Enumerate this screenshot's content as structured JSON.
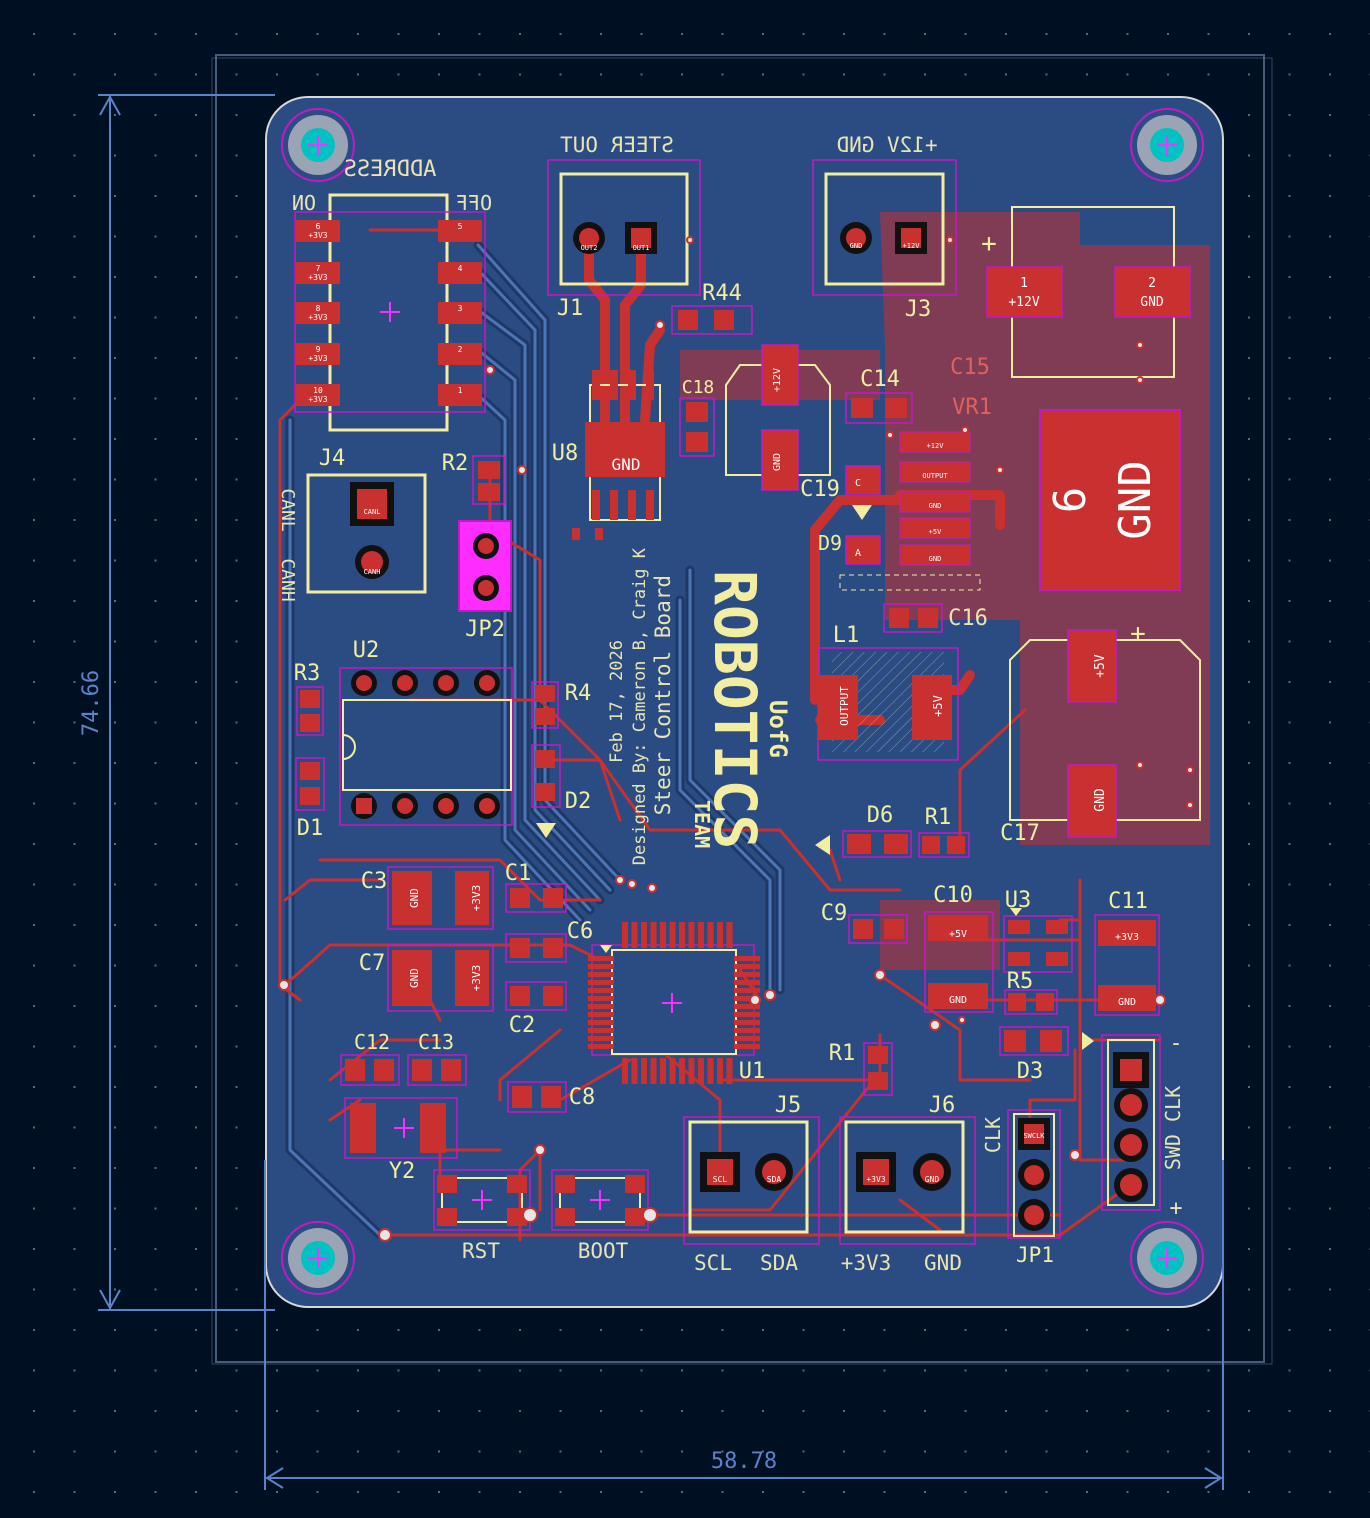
{
  "dimensions": {
    "height": "74.66",
    "width": "58.78"
  },
  "colors": {
    "background": "#001023",
    "board": "#2a4c83",
    "copper": "#c93030",
    "copper_dark": "#a82828",
    "silkscreen": "#f2eda1",
    "back_silk": "#e8e4b4",
    "courtyard": "#c21ac2",
    "dimension": "#5a83c9",
    "via": "#00c2c2",
    "select": "#ff2cff"
  },
  "refs": {
    "J1": "J1",
    "J3": "J3",
    "J4": "J4",
    "J5": "J5",
    "J6": "J6",
    "U1": "U1",
    "U2": "U2",
    "U3": "U3",
    "U8": "U8",
    "R1": "R1",
    "R2": "R2",
    "R3": "R3",
    "R4": "R4",
    "R5": "R5",
    "R44": "R44",
    "R11": "R1",
    "C1": "C1",
    "C2": "C2",
    "C3": "C3",
    "C6": "C6",
    "C7": "C7",
    "C8": "C8",
    "C9": "C9",
    "C10": "C10",
    "C11": "C11",
    "C12": "C12",
    "C13": "C13",
    "C14": "C14",
    "C15": "C15",
    "C16": "C16",
    "C17": "C17",
    "C18": "C18",
    "C19": "C19",
    "D1": "D1",
    "D2": "D2",
    "D3": "D3",
    "D6": "D6",
    "D9": "D9",
    "L1": "L1",
    "VR1": "VR1",
    "Y2": "Y2",
    "JP1": "JP1",
    "JP2": "JP2"
  },
  "silk_labels": {
    "steer_out": "STEER OUT",
    "power_in": "+12V  GND",
    "address": "ADDRESS",
    "on": "ON",
    "off": "OFF",
    "canl": "CANL",
    "canh": "CANH",
    "rst": "RST",
    "boot": "BOOT",
    "scl": "SCL",
    "sda": "SDA",
    "p3v3": "+3V3",
    "gnd": "GND",
    "clk": "CLK",
    "swd_clk": "SWD CLK",
    "plus": "+",
    "minus": "-",
    "designer_line1": "Steer Control Board",
    "designer_line2": "Designed By: Cameron B, Craig K",
    "designer_line3": "Feb 17, 2026"
  },
  "logo": {
    "prefix": "UofG",
    "word": "ROBOTICS",
    "suffix": "TEAM"
  },
  "pads": {
    "p12v": "+12V",
    "gnd": "GND",
    "p5v": "+5V",
    "p3v3": "+3V3",
    "output": "OUTPUT",
    "big6": "6",
    "one": "1",
    "two": "2",
    "three": "3",
    "four": "4",
    "five": "5",
    "six": "6",
    "seven": "7",
    "eight": "8",
    "nine": "9",
    "ten": "10",
    "canl": "CANL",
    "canh": "CANH",
    "scl": "SCL",
    "sda": "SDA",
    "out1": "OUT1",
    "out2": "OUT2",
    "a": "A",
    "c": "C",
    "swclk": "SWCLK"
  }
}
